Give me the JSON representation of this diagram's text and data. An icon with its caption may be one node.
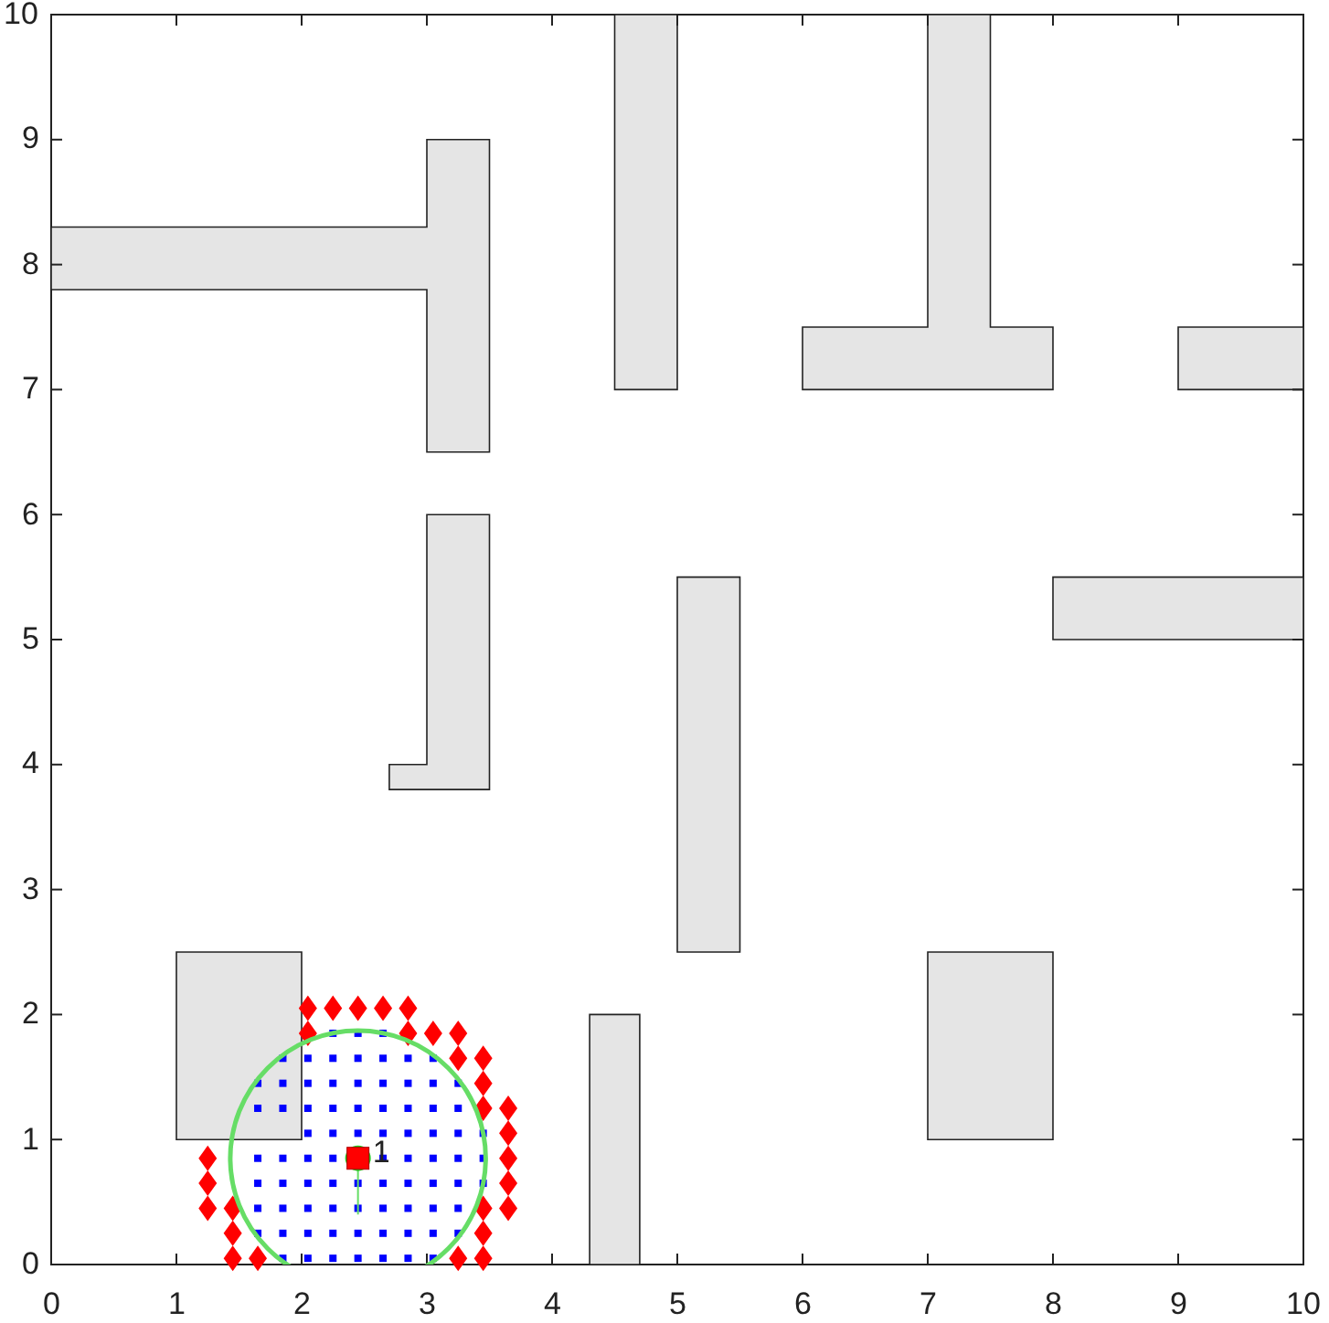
{
  "diagram": {
    "labels": [
      "10",
      "9",
      "8",
      "7",
      "6",
      "5",
      "4",
      "3",
      "2",
      "1",
      "0",
      "1",
      "0",
      "1",
      "2",
      "3",
      "4",
      "5",
      "6",
      "7",
      "8",
      "9",
      "10"
    ]
  }
}
